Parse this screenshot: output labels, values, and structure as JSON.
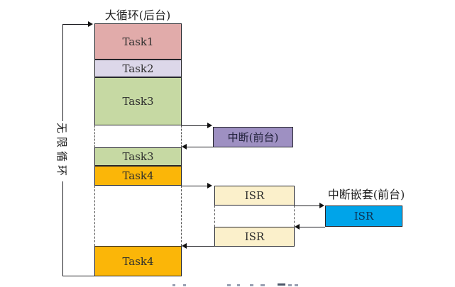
{
  "diagram": {
    "title": "大循环(后台)",
    "loop_label": "无限循环",
    "column_tasks": [
      {
        "label": "Task1",
        "color": "#e1abaa"
      },
      {
        "label": "Task2",
        "color": "#dcd7e9"
      },
      {
        "label": "Task3",
        "color": "#c6d9a3"
      },
      {
        "label": "Task3",
        "color": "#c6d9a3"
      },
      {
        "label": "Task4",
        "color": "#fbb608"
      },
      {
        "label": "Task4",
        "color": "#fbb608"
      }
    ],
    "interrupt": {
      "label": "中断(前台)",
      "color": "#9e90c2"
    },
    "isr": [
      {
        "label": "ISR",
        "color": "#fbf0cb"
      },
      {
        "label": "ISR",
        "color": "#fbf0cb"
      }
    ],
    "nested_interrupt": {
      "title": "中断嵌套(前台)",
      "label": "ISR",
      "color": "#00a4e9"
    }
  }
}
